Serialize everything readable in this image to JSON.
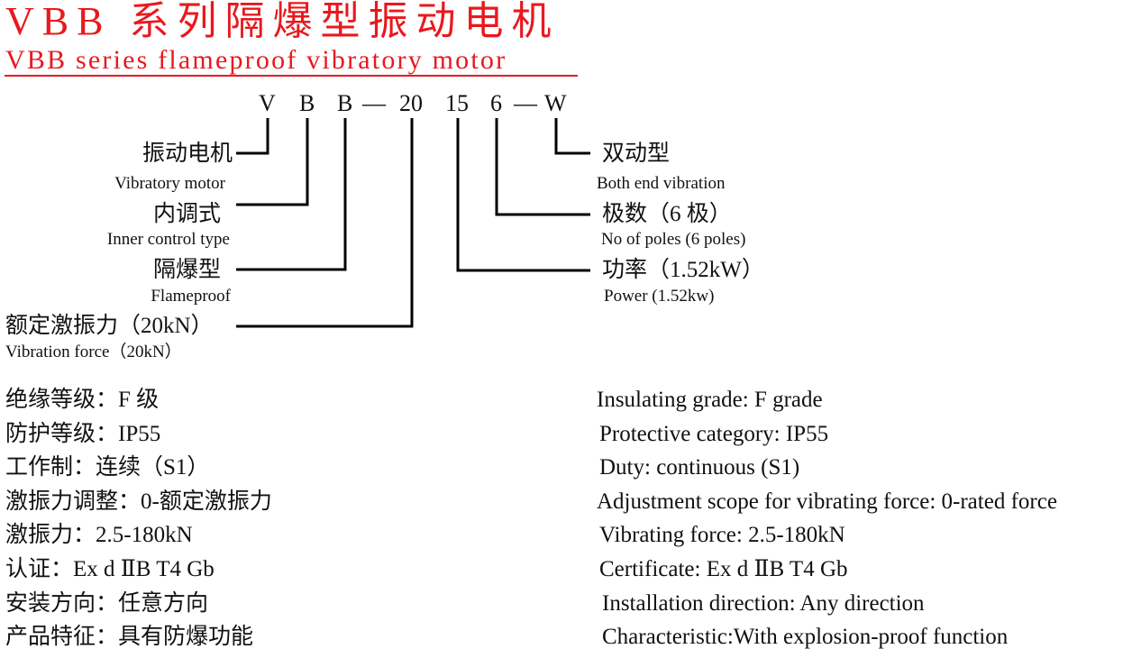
{
  "title": "VBB 系列隔爆型振动电机",
  "subtitle": "VBB series flameproof vibratory motor",
  "code": [
    "V",
    "B",
    "B",
    "—",
    "20",
    "15",
    "6",
    "—",
    "W"
  ],
  "left_labels": [
    {
      "cn": "振动电机",
      "en": "Vibratory motor"
    },
    {
      "cn": "内调式",
      "en": "Inner control type"
    },
    {
      "cn": "隔爆型",
      "en": "Flameproof"
    },
    {
      "cn": "额定激振力（20kN）",
      "en": "Vibration force（20kN）"
    }
  ],
  "right_labels": [
    {
      "cn": "双动型",
      "en": "Both end vibration"
    },
    {
      "cn": "极数（6 极）",
      "en": "No of poles (6 poles)"
    },
    {
      "cn": "功率（1.52kW）",
      "en": "Power (1.52kw)"
    }
  ],
  "specs_cn": [
    "绝缘等级：F 级",
    "防护等级：IP55",
    "工作制：连续（S1）",
    "激振力调整：0-额定激振力",
    "激振力：2.5-180kN",
    "认证：Ex d  ⅡB T4 Gb",
    "安装方向：任意方向",
    "产品特征：具有防爆功能"
  ],
  "specs_en": [
    "Insulating grade: F grade",
    "Protective category: IP55",
    "Duty: continuous (S1)",
    "Adjustment scope for vibrating force: 0-rated force",
    "Vibrating force: 2.5-180kN",
    "Certificate: Ex d  ⅡB T4 Gb",
    "Installation direction: Any direction",
    "Characteristic:With explosion-proof function"
  ],
  "colors": {
    "title": "#e8191e"
  }
}
